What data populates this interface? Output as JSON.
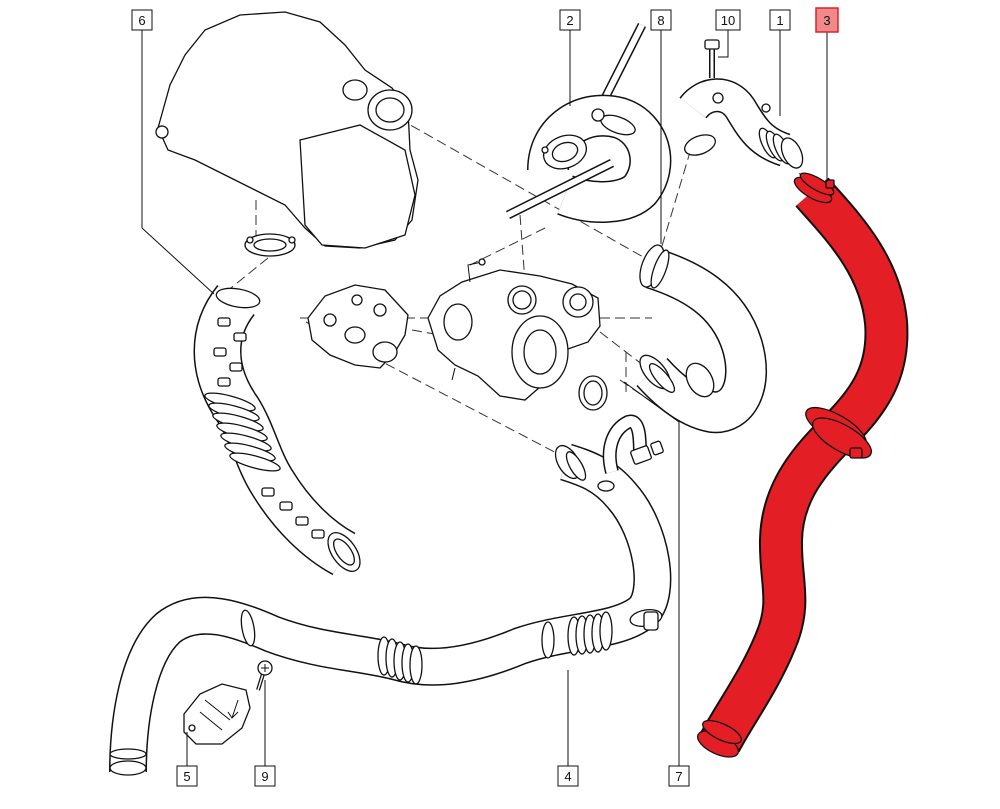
{
  "diagram": {
    "callouts": [
      {
        "number": "6"
      },
      {
        "number": "2"
      },
      {
        "number": "8"
      },
      {
        "number": "10"
      },
      {
        "number": "1"
      },
      {
        "number": "3",
        "highlighted": true
      },
      {
        "number": "5"
      },
      {
        "number": "9"
      },
      {
        "number": "4"
      },
      {
        "number": "7"
      }
    ],
    "colors": {
      "highlighted_part": "#e31e24",
      "highlight_label_fill": "#f08a8a",
      "highlight_label_border": "#e0202a",
      "line_art": "#111111"
    }
  }
}
